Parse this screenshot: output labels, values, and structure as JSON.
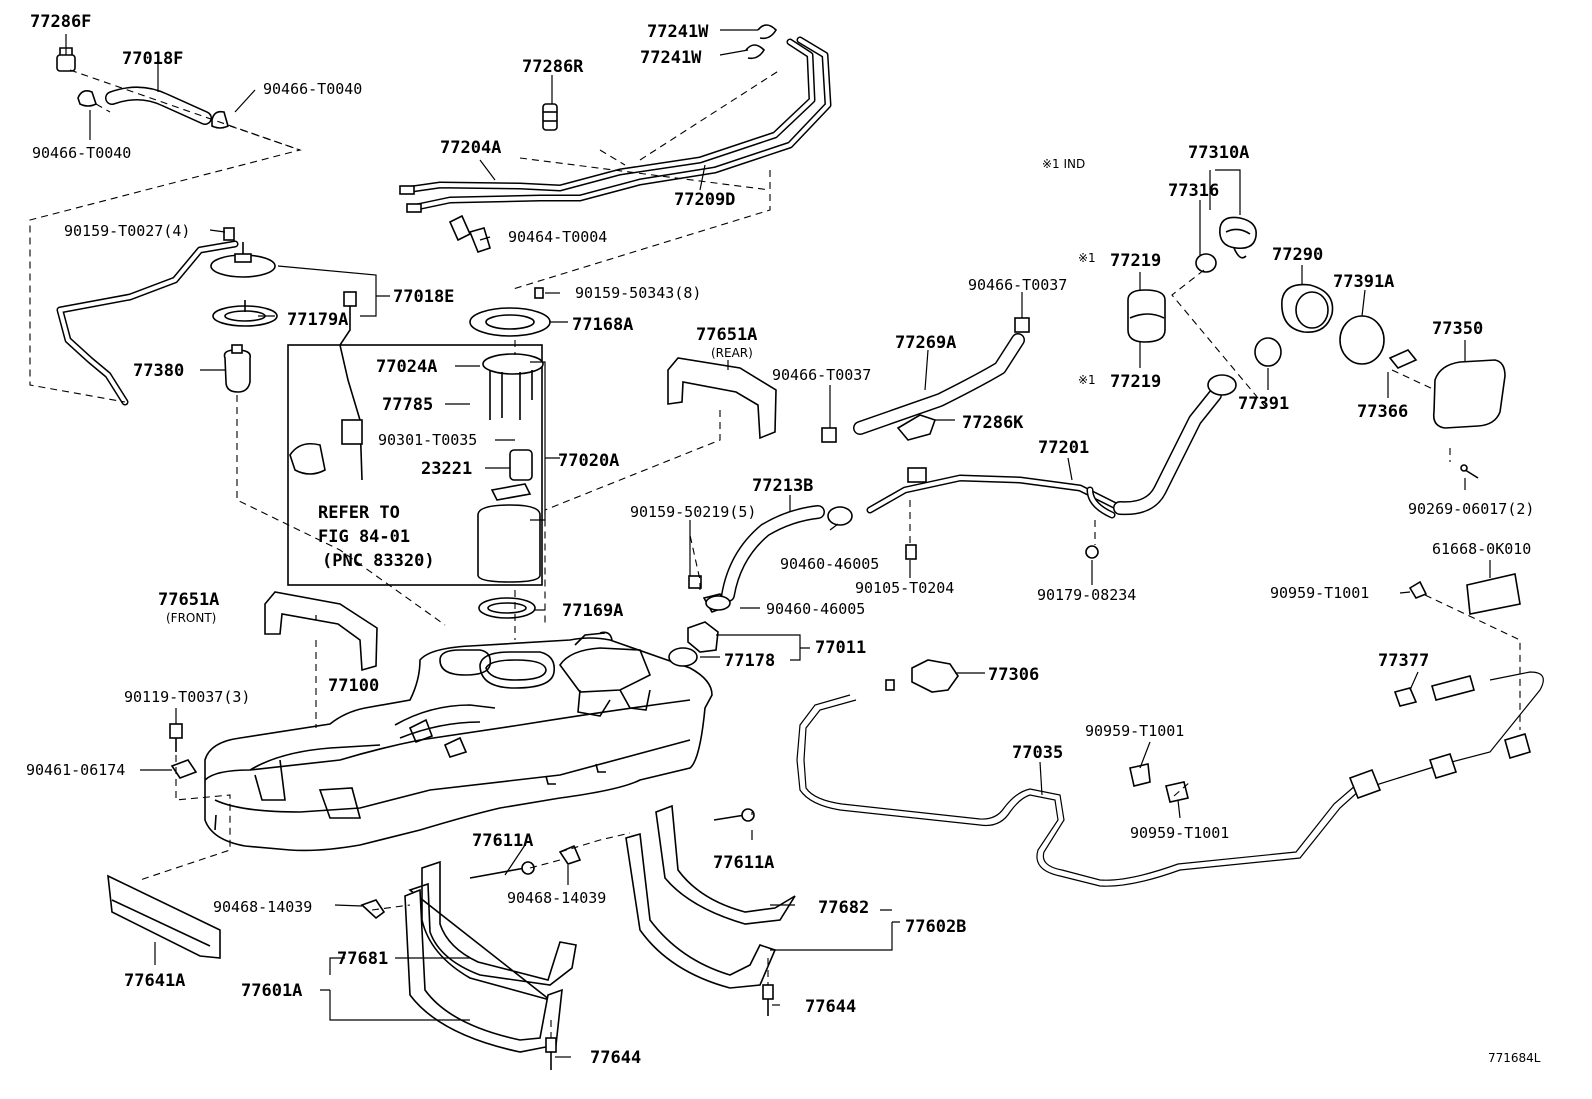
{
  "labels": {
    "p77286F": "77286F",
    "p77018F": "77018F",
    "p90466_T0040_a": "90466-T0040",
    "p90466_T0040_b": "90466-T0040",
    "p77241W_a": "77241W",
    "p77241W_b": "77241W",
    "p77286R": "77286R",
    "p77204A": "77204A",
    "p77209D": "77209D",
    "p90464_T0004": "90464-T0004",
    "p90159_T0027": "90159-T0027(4)",
    "p77018E": "77018E",
    "p77179A": "77179A",
    "p77380": "77380",
    "p90159_50343": "90159-50343(8)",
    "p77168A": "77168A",
    "p77024A": "77024A",
    "p77785": "77785",
    "p90301_T0035": "90301-T0035",
    "p23221": "23221",
    "p77020A": "77020A",
    "p77651A_rear": "77651A",
    "p90466_T0037_a": "90466-T0037",
    "p77269A": "77269A",
    "p90466_T0037_b": "90466-T0037",
    "p77286K": "77286K",
    "p77219_a": "77219",
    "p77219_b": "77219",
    "p77310A": "77310A",
    "p77316": "77316",
    "p77290": "77290",
    "p77391A": "77391A",
    "p77350": "77350",
    "p77391": "77391",
    "p77366": "77366",
    "p77201": "77201",
    "p77213B": "77213B",
    "p90159_50219": "90159-50219(5)",
    "p90460_46005_a": "90460-46005",
    "p90105_T0204": "90105-T0204",
    "p90179_08234": "90179-08234",
    "p90269_06017": "90269-06017(2)",
    "p61668_0K010": "61668-0K010",
    "p90959_T1001_a": "90959-T1001",
    "p77169A": "77169A",
    "p90460_46005_b": "90460-46005",
    "p77011": "77011",
    "p77178": "77178",
    "p77306": "77306",
    "p77377": "77377",
    "p77651A_front": "77651A",
    "p77100": "77100",
    "p90119_T0037": "90119-T0037(3)",
    "p90461_06174": "90461-06174",
    "p77035": "77035",
    "p90959_T1001_b": "90959-T1001",
    "p90959_T1001_c": "90959-T1001",
    "p77611A_a": "77611A",
    "p77611A_b": "77611A",
    "p90468_14039_a": "90468-14039",
    "p90468_14039_b": "90468-14039",
    "p77682": "77682",
    "p77602B": "77602B",
    "p77641A": "77641A",
    "p77681": "77681",
    "p77601A": "77601A",
    "p77644_a": "77644",
    "p77644_b": "77644"
  },
  "notes": {
    "ind": "※1 IND",
    "mark_a": "※1",
    "mark_b": "※1",
    "rear": "(REAR)",
    "front": "(FRONT)",
    "refer_line1": "REFER TO",
    "refer_line2": "FIG  84-01",
    "refer_line3": "(PNC 83320)",
    "figure_id": "771684L"
  }
}
